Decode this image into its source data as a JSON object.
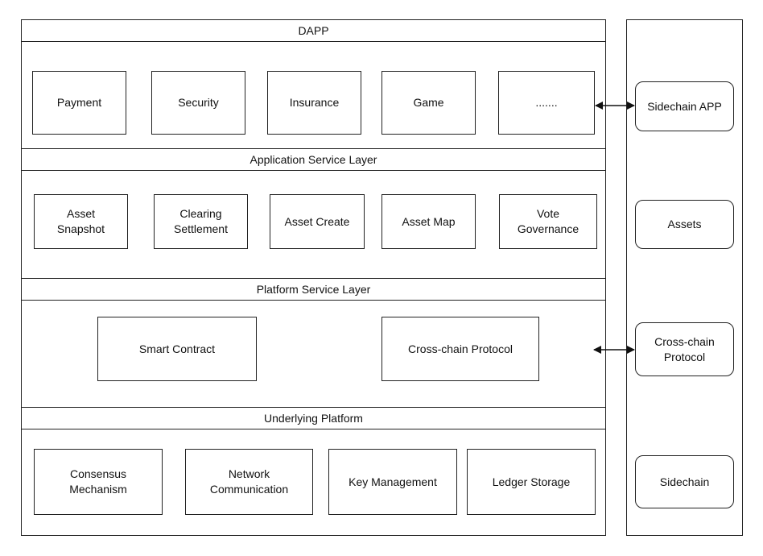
{
  "layers": {
    "dapp": {
      "title": "DAPP",
      "items": [
        "Payment",
        "Security",
        "Insurance",
        "Game",
        "......."
      ]
    },
    "application_service": {
      "title": "Application Service Layer",
      "items": [
        "Asset\nSnapshot",
        "Clearing\nSettlement",
        "Asset Create",
        "Asset Map",
        "Vote\nGovernance"
      ]
    },
    "platform_service": {
      "title": "Platform Service Layer",
      "items": [
        "Smart Contract",
        "Cross-chain Protocol"
      ]
    },
    "underlying_platform": {
      "title": "Underlying Platform",
      "items": [
        "Consensus\nMechanism",
        "Network\nCommunication",
        "Key Management",
        "Ledger Storage"
      ]
    }
  },
  "sidechain_column": {
    "items": [
      "Sidechain APP",
      "Assets",
      "Cross-chain\nProtocol",
      "Sidechain"
    ]
  }
}
